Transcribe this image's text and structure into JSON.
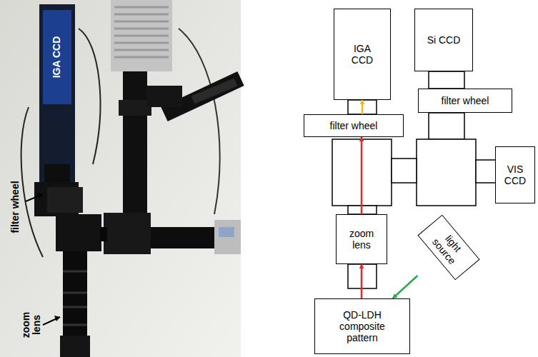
{
  "diagram": {
    "nodes": [
      {
        "text": [
          "IGA CCD"
        ]
      },
      {
        "text": [
          "Si CCD"
        ]
      },
      {
        "text": [
          "filter wheel"
        ]
      },
      {
        "text": [
          "filter wheel"
        ]
      },
      {
        "text": [
          "VIS CCD"
        ]
      },
      {
        "text": [
          "zoom lens"
        ]
      },
      {
        "text": [
          "light source"
        ]
      },
      {
        "text": [
          "QD-LDH composite pattern"
        ]
      }
    ],
    "edges": [
      {
        "from": 7,
        "to": 5,
        "arrow": "to"
      },
      {
        "from": 5,
        "to": 2,
        "arrow": "to"
      },
      {
        "from": 2,
        "to": 0,
        "arrow": "to"
      },
      {
        "from": 6,
        "to": 7,
        "arrow": "to"
      }
    ],
    "labels": [
      "IGA CCD",
      "filter wheel",
      "zoom lens"
    ]
  }
}
